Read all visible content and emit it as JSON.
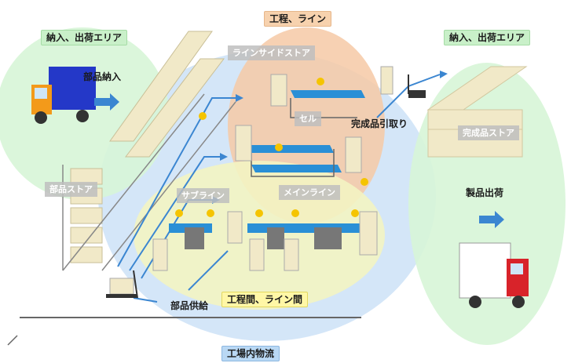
{
  "labels": {
    "inbound_outbound_area_left": "納入、出荷エリア",
    "inbound_outbound_area_right": "納入、出荷エリア",
    "process_line": "工程、ライン",
    "line_side_store": "ラインサイドストア",
    "parts_delivery": "部品納入",
    "cell": "セル",
    "finished_pickup": "完成品引取り",
    "finished_store": "完成品ストア",
    "parts_store": "部品ストア",
    "sub_line": "サブライン",
    "main_line": "メインライン",
    "product_shipping": "製品出荷",
    "parts_supply": "部品供給",
    "between_process_line": "工程間、ライン間",
    "in_factory_logistics": "工場内物流"
  },
  "colors": {
    "green_area": "#d7f5d7",
    "blue_area": "#cfe3f7",
    "orange_area": "#f6c9a6",
    "yellow_area": "#f3f4c2",
    "arrow_blue": "#3b86d1",
    "truck_blue": "#2438c8",
    "truck_orange": "#f39a1a",
    "truck_red": "#d8232a"
  }
}
